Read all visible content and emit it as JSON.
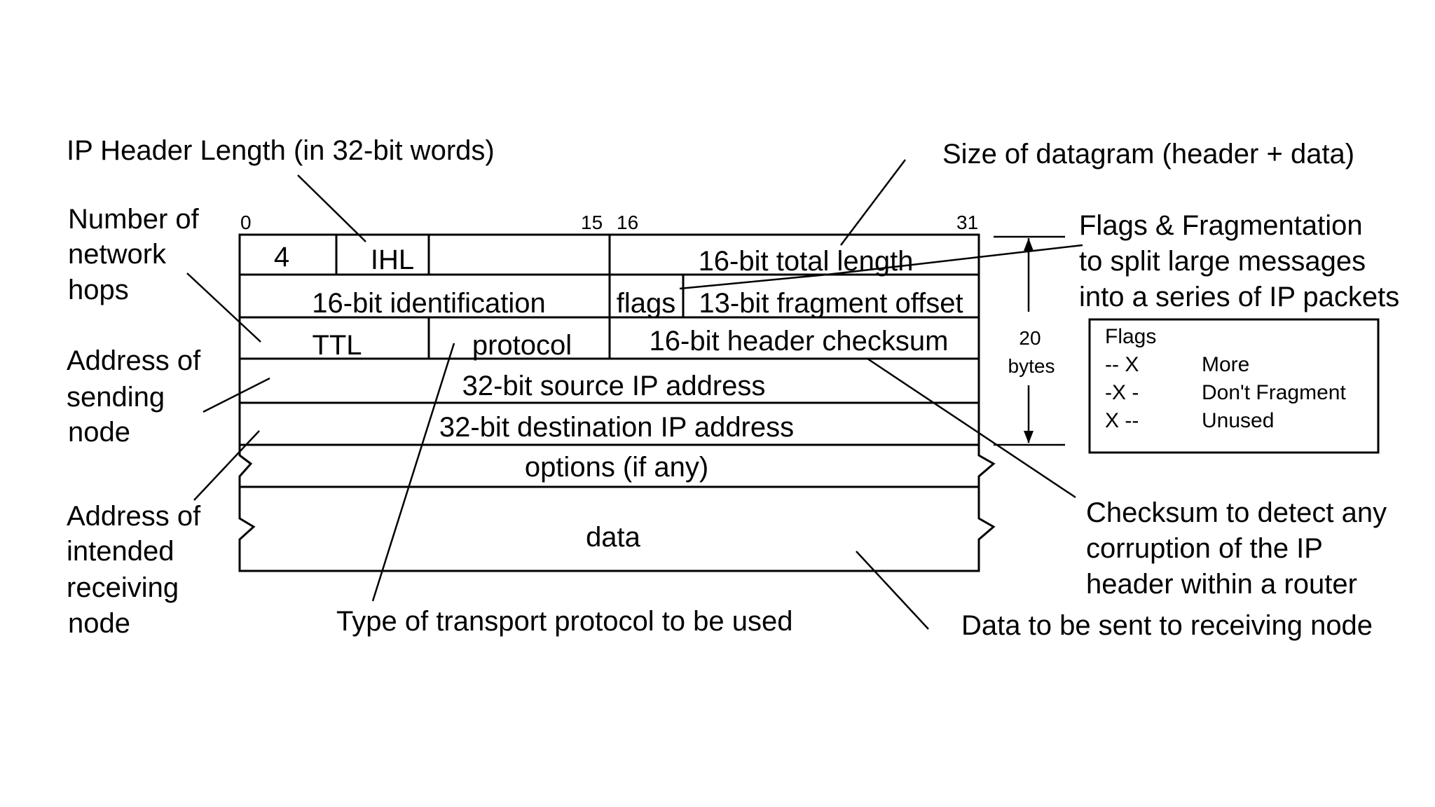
{
  "annotations": {
    "ihl_desc": "IP Header Length (in 32-bit words)",
    "size_desc": "Size of datagram  (header + data)",
    "ttl_desc": [
      "Number of",
      "network",
      "hops"
    ],
    "src_desc": [
      "Address of",
      "sending",
      "node"
    ],
    "dst_desc": [
      "Address of",
      "intended",
      "receiving",
      "node"
    ],
    "protocol_desc": "Type of transport protocol to be used",
    "data_desc": "Data to be sent to receiving node",
    "flags_desc": [
      "Flags & Fragmentation",
      "to split large messages",
      "into a series of IP packets"
    ],
    "checksum_desc": [
      "Checksum to detect any",
      "corruption of the IP",
      "header within a router"
    ]
  },
  "bit_positions": [
    "0",
    "15",
    "16",
    "31"
  ],
  "header": {
    "version": "4",
    "ihl": "IHL",
    "total_length": "16-bit total length",
    "identification": "16-bit identification",
    "flags": "flags",
    "fragment_offset": "13-bit fragment offset",
    "ttl": "TTL",
    "protocol": "protocol",
    "checksum": "16-bit header checksum",
    "source": "32-bit source IP address",
    "destination": "32-bit destination IP address",
    "options": "options (if any)",
    "data": "data"
  },
  "size_marker": [
    "20",
    "bytes"
  ],
  "flags_legend": {
    "title": "Flags",
    "rows": [
      {
        "code": "-- X",
        "meaning": "More"
      },
      {
        "code": "-X -",
        "meaning": "Don't Fragment"
      },
      {
        "code": "X --",
        "meaning": "Unused"
      }
    ]
  }
}
